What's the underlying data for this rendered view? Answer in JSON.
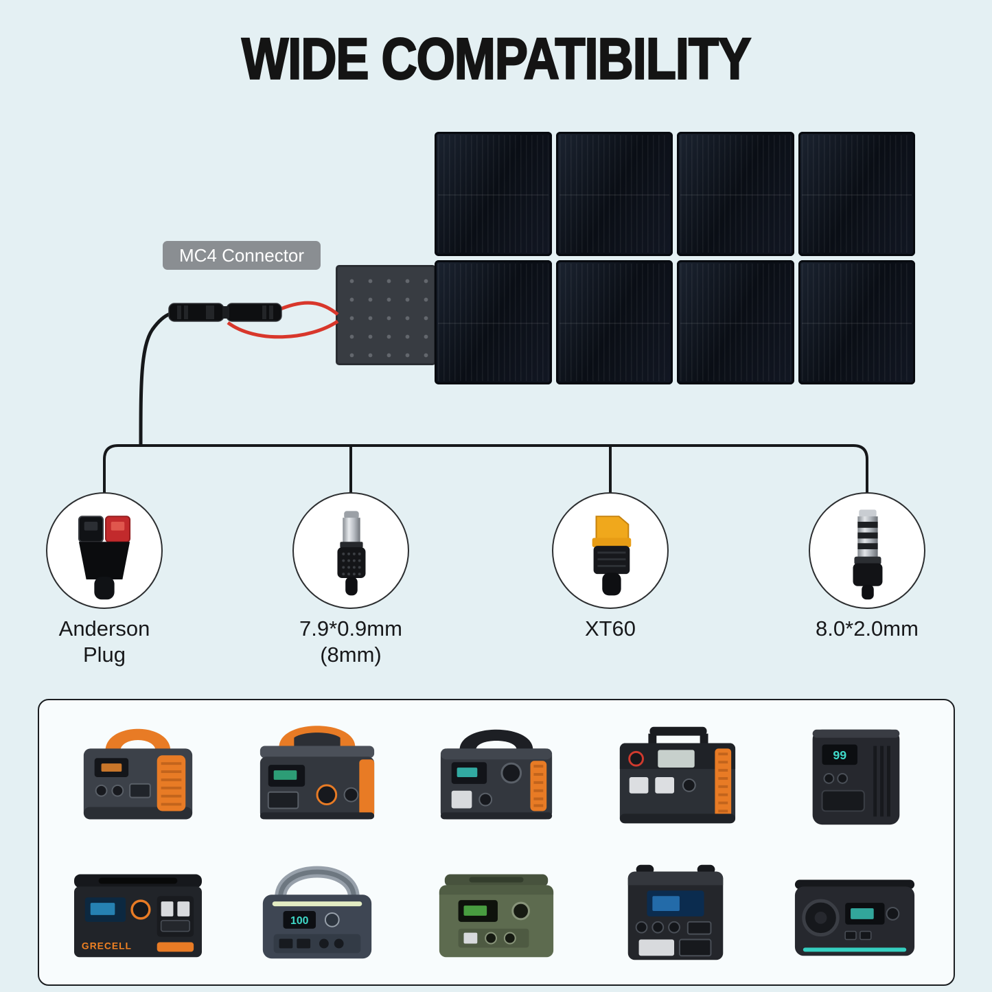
{
  "title": "WIDE COMPATIBILITY",
  "solar": {
    "mc4_label": "MC4 Connector"
  },
  "connectors": [
    {
      "id": "anderson",
      "line1": "Anderson",
      "line2": "Plug"
    },
    {
      "id": "dc-7909",
      "line1": "7.9*0.9mm",
      "line2": "(8mm)"
    },
    {
      "id": "xt60",
      "line1": "XT60",
      "line2": ""
    },
    {
      "id": "dc-8020",
      "line1": "8.0*2.0mm",
      "line2": ""
    }
  ],
  "devices": {
    "grecell_brand": "GRECELL",
    "ps5_screen": "99",
    "ps7_screen": "100"
  },
  "colors": {
    "background": "#e4f0f3",
    "accent_orange": "#e87b25",
    "wire_red": "#d8372b",
    "xt60_yellow": "#f0a81c",
    "label_gray": "#8a8e92",
    "line_black": "#16181a"
  }
}
